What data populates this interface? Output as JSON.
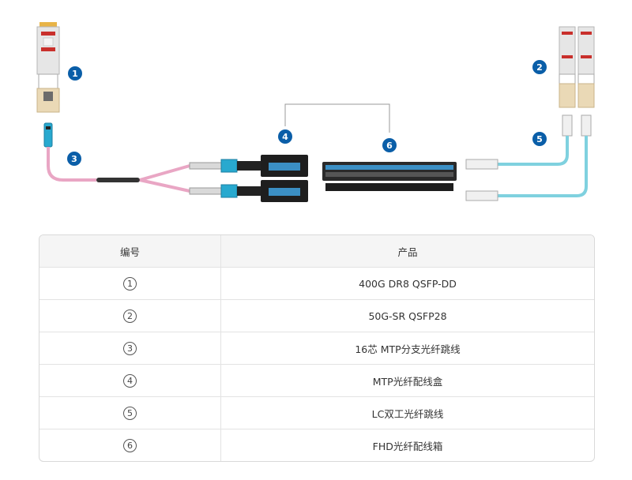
{
  "diagram": {
    "callouts": [
      "1",
      "2",
      "3",
      "4",
      "5",
      "6"
    ],
    "colors": {
      "callout": "#0a5ea8",
      "mtp_cable": "#e9a6c4",
      "lc_cable": "#7fd1df",
      "mtp_connector": "#28a9cf",
      "module_port": "#3b8fc4"
    }
  },
  "table": {
    "headers": [
      "编号",
      "产品"
    ],
    "rows": [
      {
        "num": "1",
        "product": "400G DR8 QSFP-DD"
      },
      {
        "num": "2",
        "product": "50G-SR QSFP28"
      },
      {
        "num": "3",
        "product": "16芯 MTP分支光纤跳线"
      },
      {
        "num": "4",
        "product": "MTP光纤配线盒"
      },
      {
        "num": "5",
        "product": "LC双工光纤跳线"
      },
      {
        "num": "6",
        "product": "FHD光纤配线箱"
      }
    ]
  }
}
